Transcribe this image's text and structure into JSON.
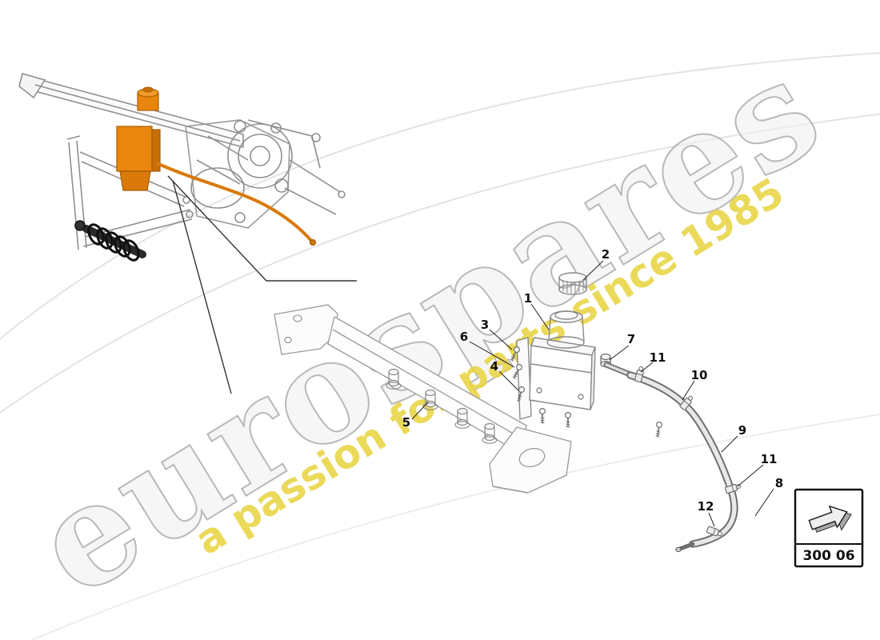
{
  "watermark": {
    "brand": "eurospares",
    "tagline": "a passion for parts since 1985"
  },
  "callouts": {
    "c1": "1",
    "c2": "2",
    "c3": "3",
    "c4": "4",
    "c5": "5",
    "c6": "6",
    "c7": "7",
    "c8": "8",
    "c9": "9",
    "c10": "10",
    "c11a": "11",
    "c11b": "11",
    "c12": "12"
  },
  "nav_box": {
    "code": "300 06",
    "icon": "arrow-up-right-icon"
  },
  "colors": {
    "highlight_orange": "#e8860d",
    "watermark_gray": "#bdbdbd",
    "watermark_yellow": "#e8d23c",
    "diagram_gray": "#8a8a8a"
  }
}
